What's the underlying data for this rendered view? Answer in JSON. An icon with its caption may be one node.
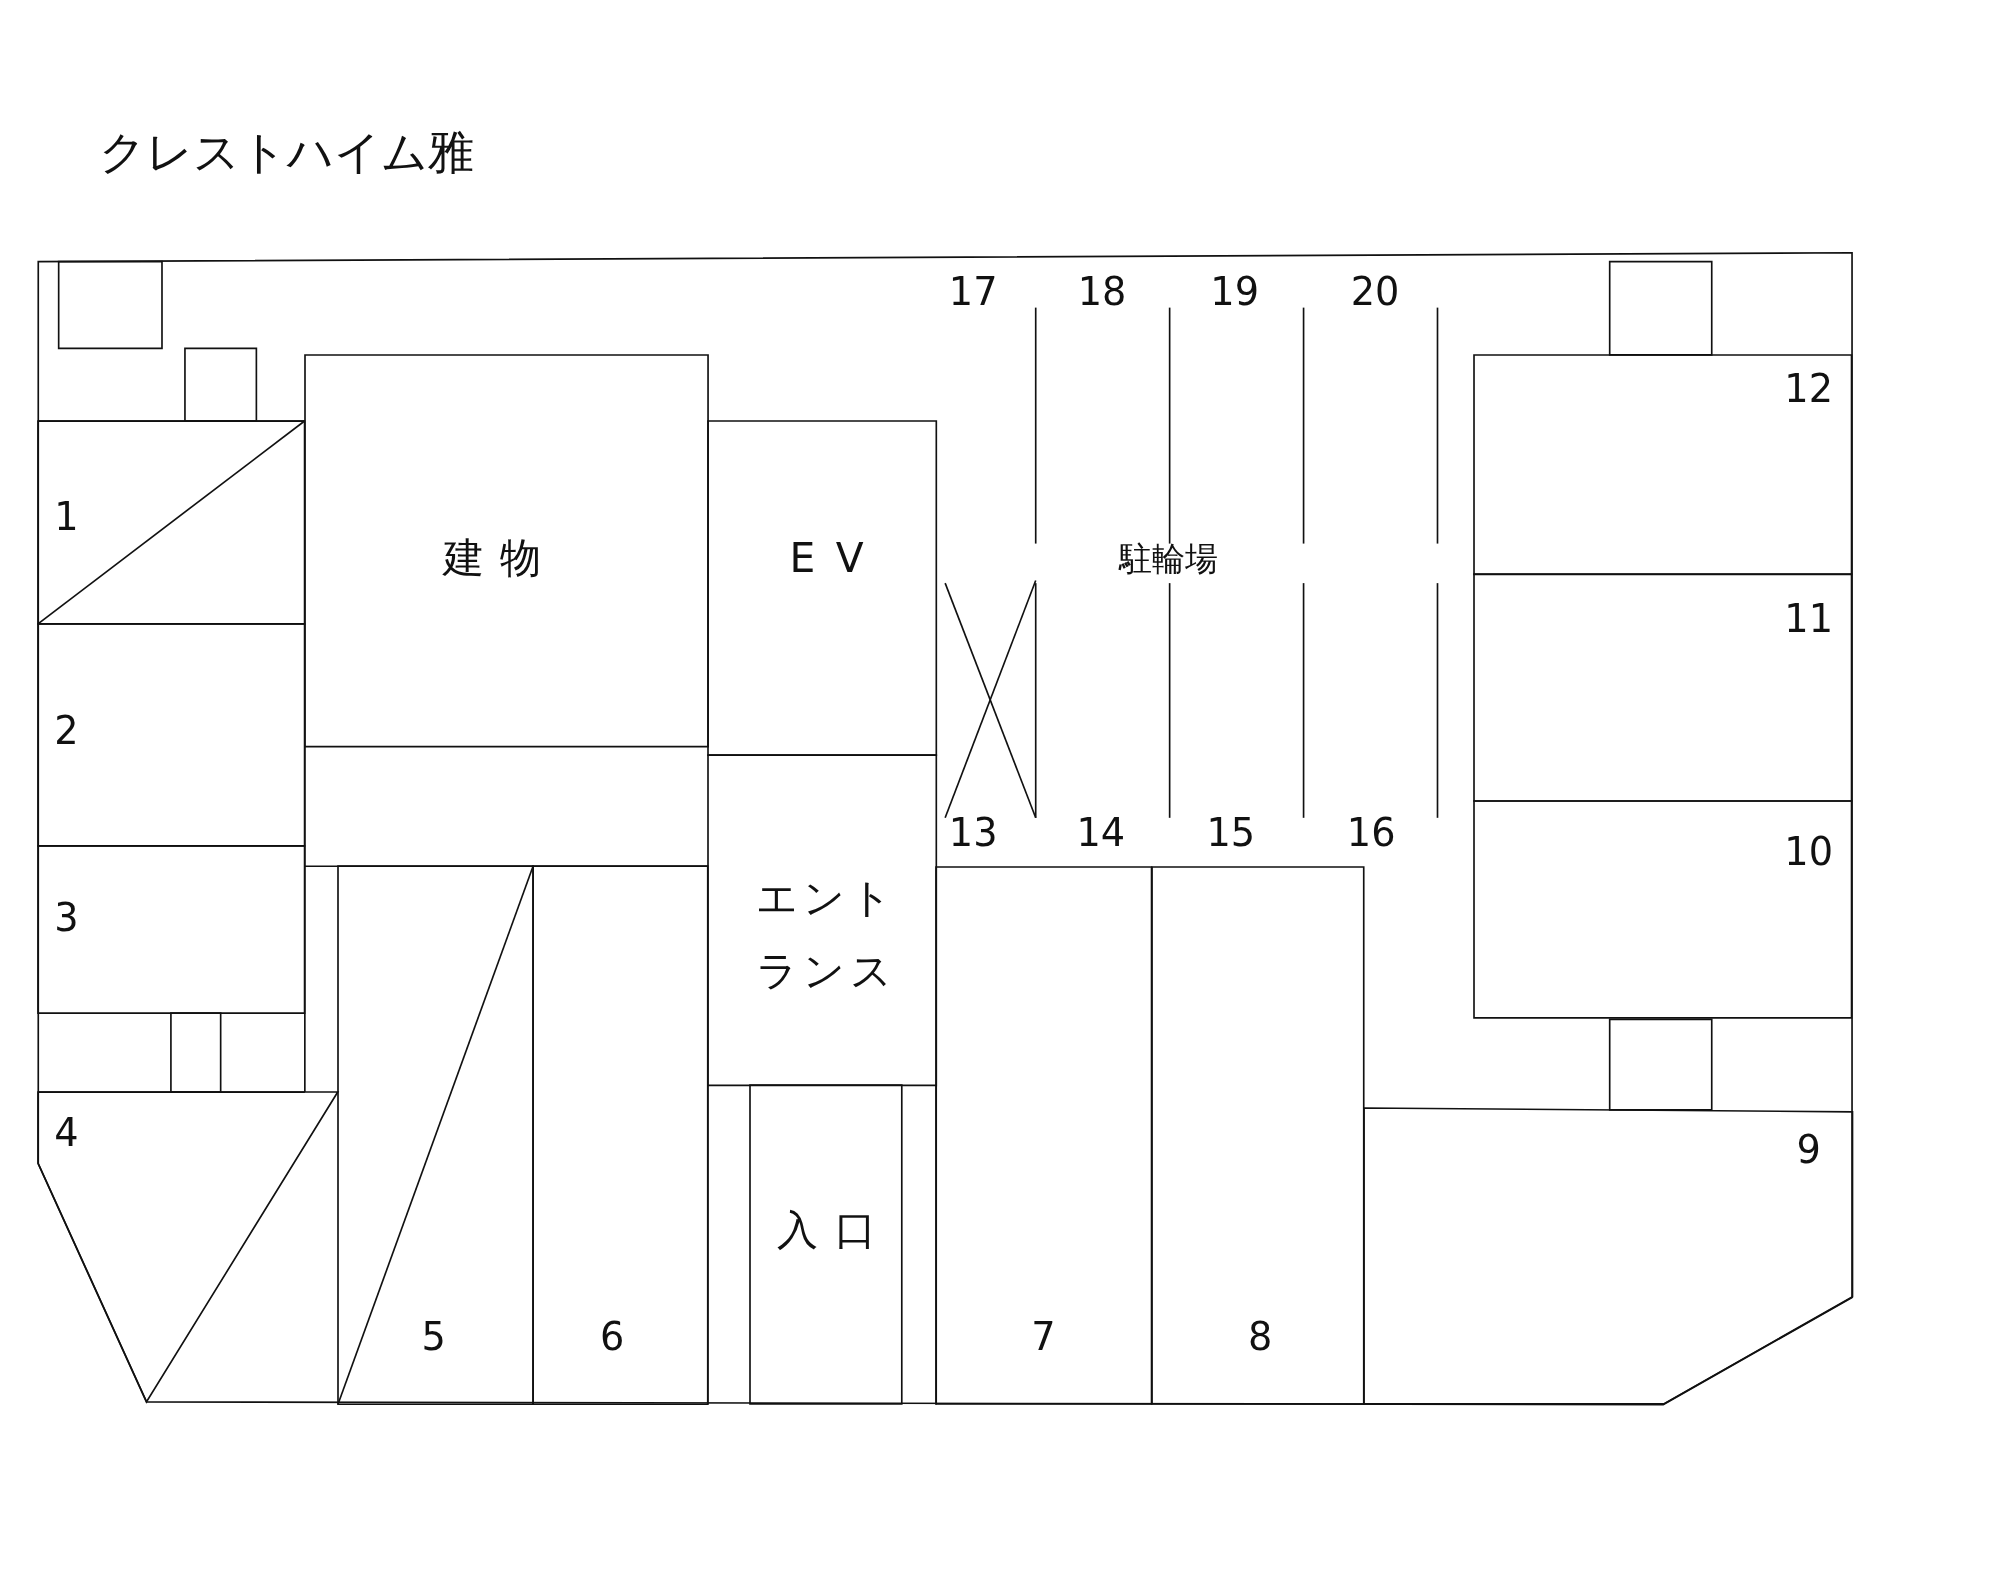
{
  "diagram": {
    "title": "クレストハイム雅",
    "nodes": [
      {
        "text": [
          "1"
        ]
      },
      {
        "text": [
          "建物"
        ]
      },
      {
        "text": [
          "EV"
        ]
      },
      {
        "text": [
          "12"
        ]
      },
      {
        "text": [
          "11"
        ]
      },
      {
        "text": [
          "2"
        ]
      },
      {
        "text": [
          "10"
        ]
      },
      {
        "text": [
          "3"
        ]
      },
      {
        "text": [
          "エントランス"
        ]
      },
      {
        "text": [
          "4"
        ]
      },
      {
        "text": [
          "9"
        ]
      },
      {
        "text": [
          "入口"
        ]
      },
      {
        "text": [
          "5"
        ]
      },
      {
        "text": [
          "6"
        ]
      },
      {
        "text": [
          "7"
        ]
      },
      {
        "text": [
          "8"
        ]
      }
    ],
    "labels": [
      "17",
      "18",
      "19",
      "20",
      "駐輪場",
      "13",
      "14",
      "15",
      "16"
    ]
  }
}
